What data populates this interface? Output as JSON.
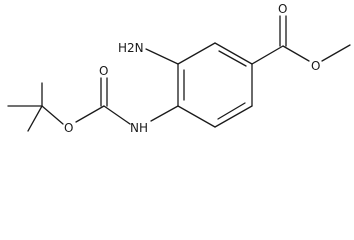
{
  "molecule": {
    "atom_labels": {
      "amino": "H2N",
      "nh": "NH",
      "carbamate_ester_o": "O",
      "carbamate_carbonyl_o": "O",
      "methyl_ester_carbonyl_o": "O",
      "methyl_ester_o": "O"
    }
  }
}
